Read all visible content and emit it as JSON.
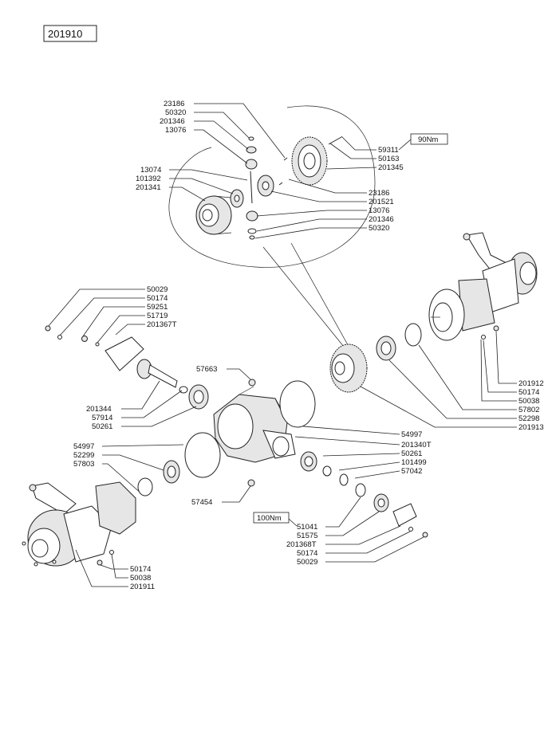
{
  "diagram_id": "201910",
  "torque_labels": {
    "top": "90Nm",
    "bottom": "100Nm"
  },
  "callouts": {
    "top_left": [
      "23186",
      "50320",
      "201346",
      "13076",
      "13074",
      "101392",
      "201341"
    ],
    "top_right": [
      "59311",
      "50163",
      "201345",
      "23186",
      "201521",
      "13076",
      "201346",
      "50320"
    ],
    "left_group": [
      "50029",
      "50174",
      "59251",
      "51719",
      "201367T"
    ],
    "pinion": [
      "201344",
      "57914",
      "50261"
    ],
    "housing_top": "57663",
    "housing_bottom": "57454",
    "right_bearing_stack": [
      "54997",
      "201340T",
      "50261",
      "101499",
      "57042"
    ],
    "left_stack": [
      "54997",
      "52299",
      "57803"
    ],
    "lower_right": [
      "51041",
      "51575",
      "201368T",
      "50174",
      "50029"
    ],
    "lower_left": [
      "50174",
      "50038",
      "201911"
    ],
    "upper_right": [
      "201912",
      "50174",
      "50038",
      "57802",
      "52298",
      "201913"
    ]
  }
}
